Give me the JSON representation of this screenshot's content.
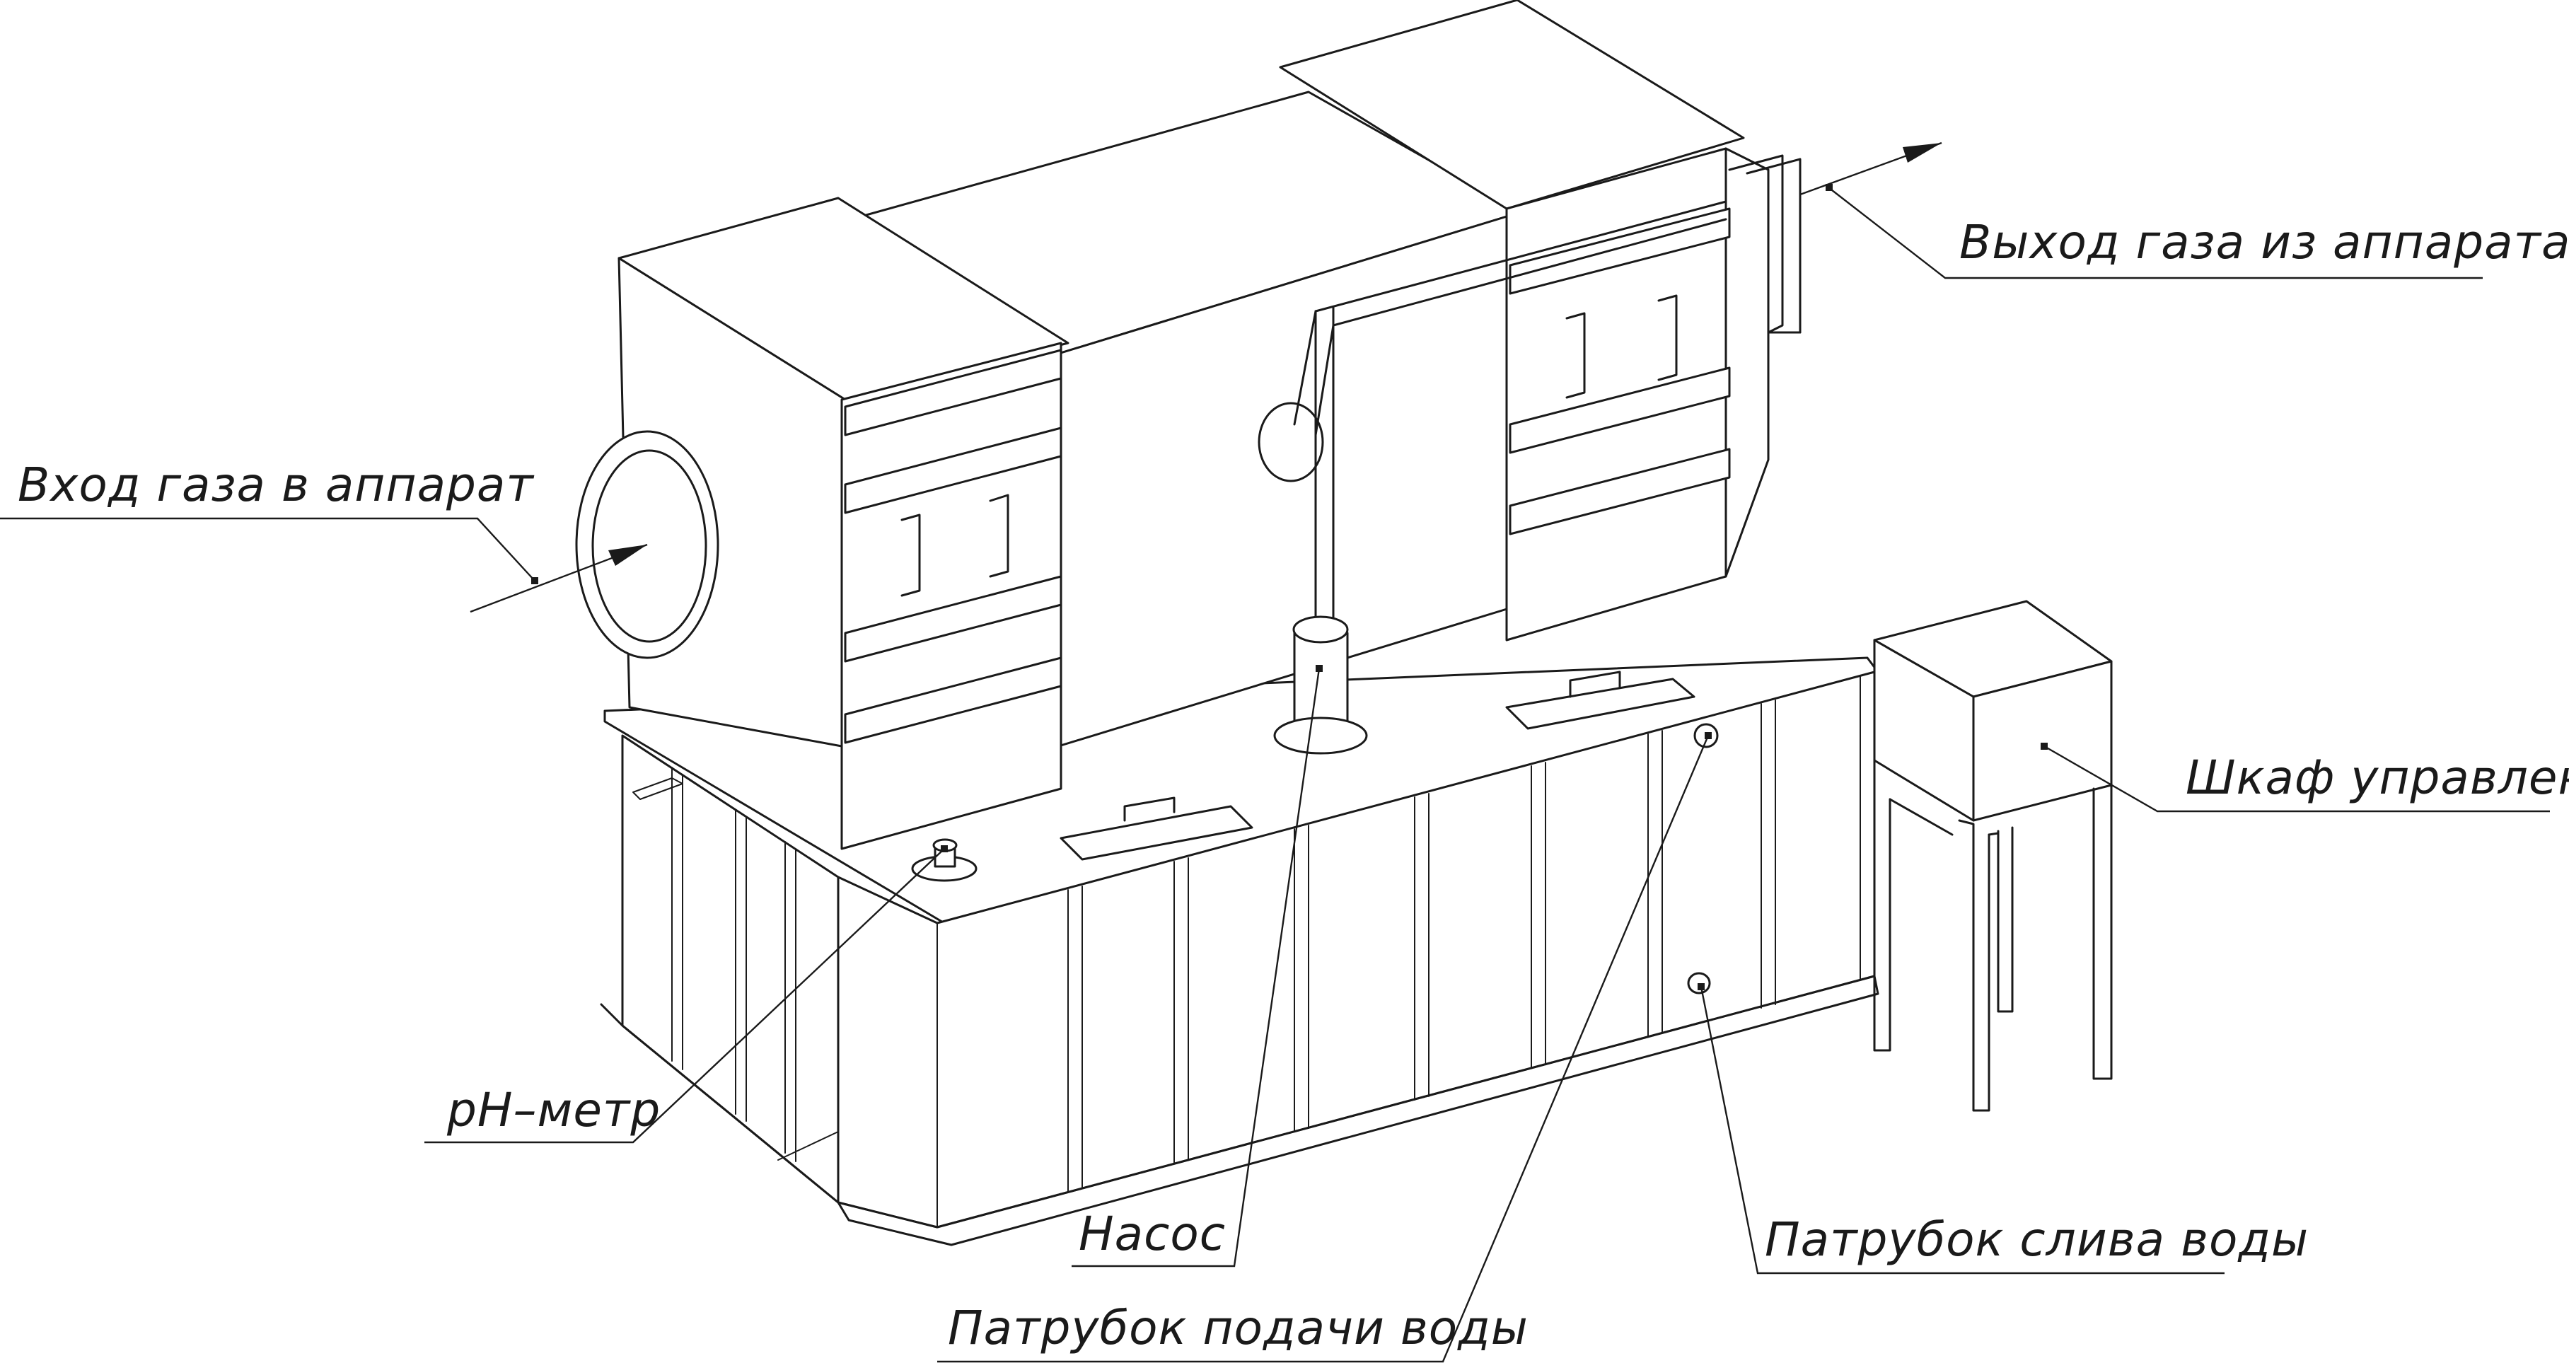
{
  "diagram": {
    "labels": {
      "gas_inlet": "Вход газа в аппарат",
      "gas_outlet": "Выход газа из аппарата",
      "control_cabinet": "Шкаф управления",
      "ph_meter": "pH–метр",
      "pump": "Насос",
      "water_supply_pipe": "Патрубок подачи воды",
      "water_drain_pipe": "Патрубок слива воды"
    }
  }
}
